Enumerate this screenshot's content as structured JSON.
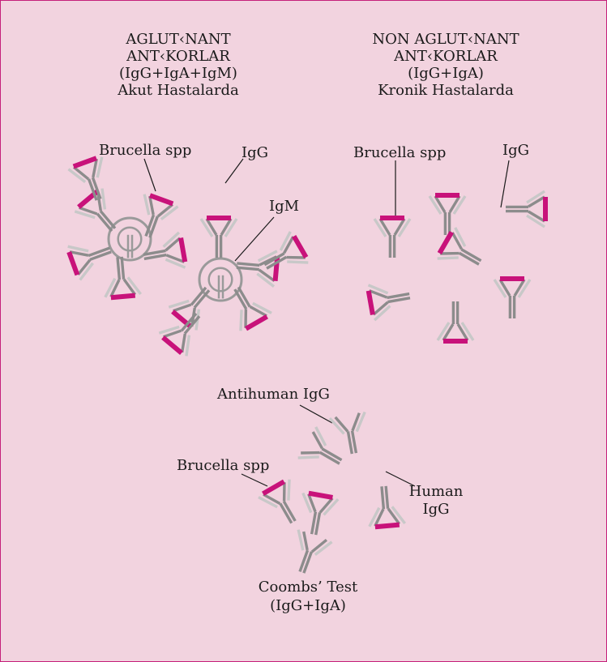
{
  "colors": {
    "background": "#f2d3df",
    "border": "#c51f7a",
    "antibody_dark": "#8c8c8c",
    "antibody_light": "#c8c8c8",
    "antigen": "#c8127a",
    "ring": "#9a9a9a",
    "text": "#1a1a1a"
  },
  "left_heading": [
    "AGLUT‹NANT",
    "ANT‹KORLAR",
    "(IgG+IgA+IgM)",
    "Akut Hastalarda"
  ],
  "right_heading": [
    "NON AGLUT‹NANT",
    "ANT‹KORLAR",
    "(IgG+IgA)",
    "Kronik Hastalarda"
  ],
  "labels": {
    "left_brucella": "Brucella spp",
    "left_igg": "IgG",
    "left_igm": "IgM",
    "right_brucella": "Brucella spp",
    "right_igg": "IgG",
    "antihuman": "Antihuman IgG",
    "bottom_brucella": "Brucella spp",
    "human": "Human",
    "human_igg": "IgG",
    "coombs": "Coombs’ Test",
    "coombs_sub": "(IgG+IgA)"
  }
}
